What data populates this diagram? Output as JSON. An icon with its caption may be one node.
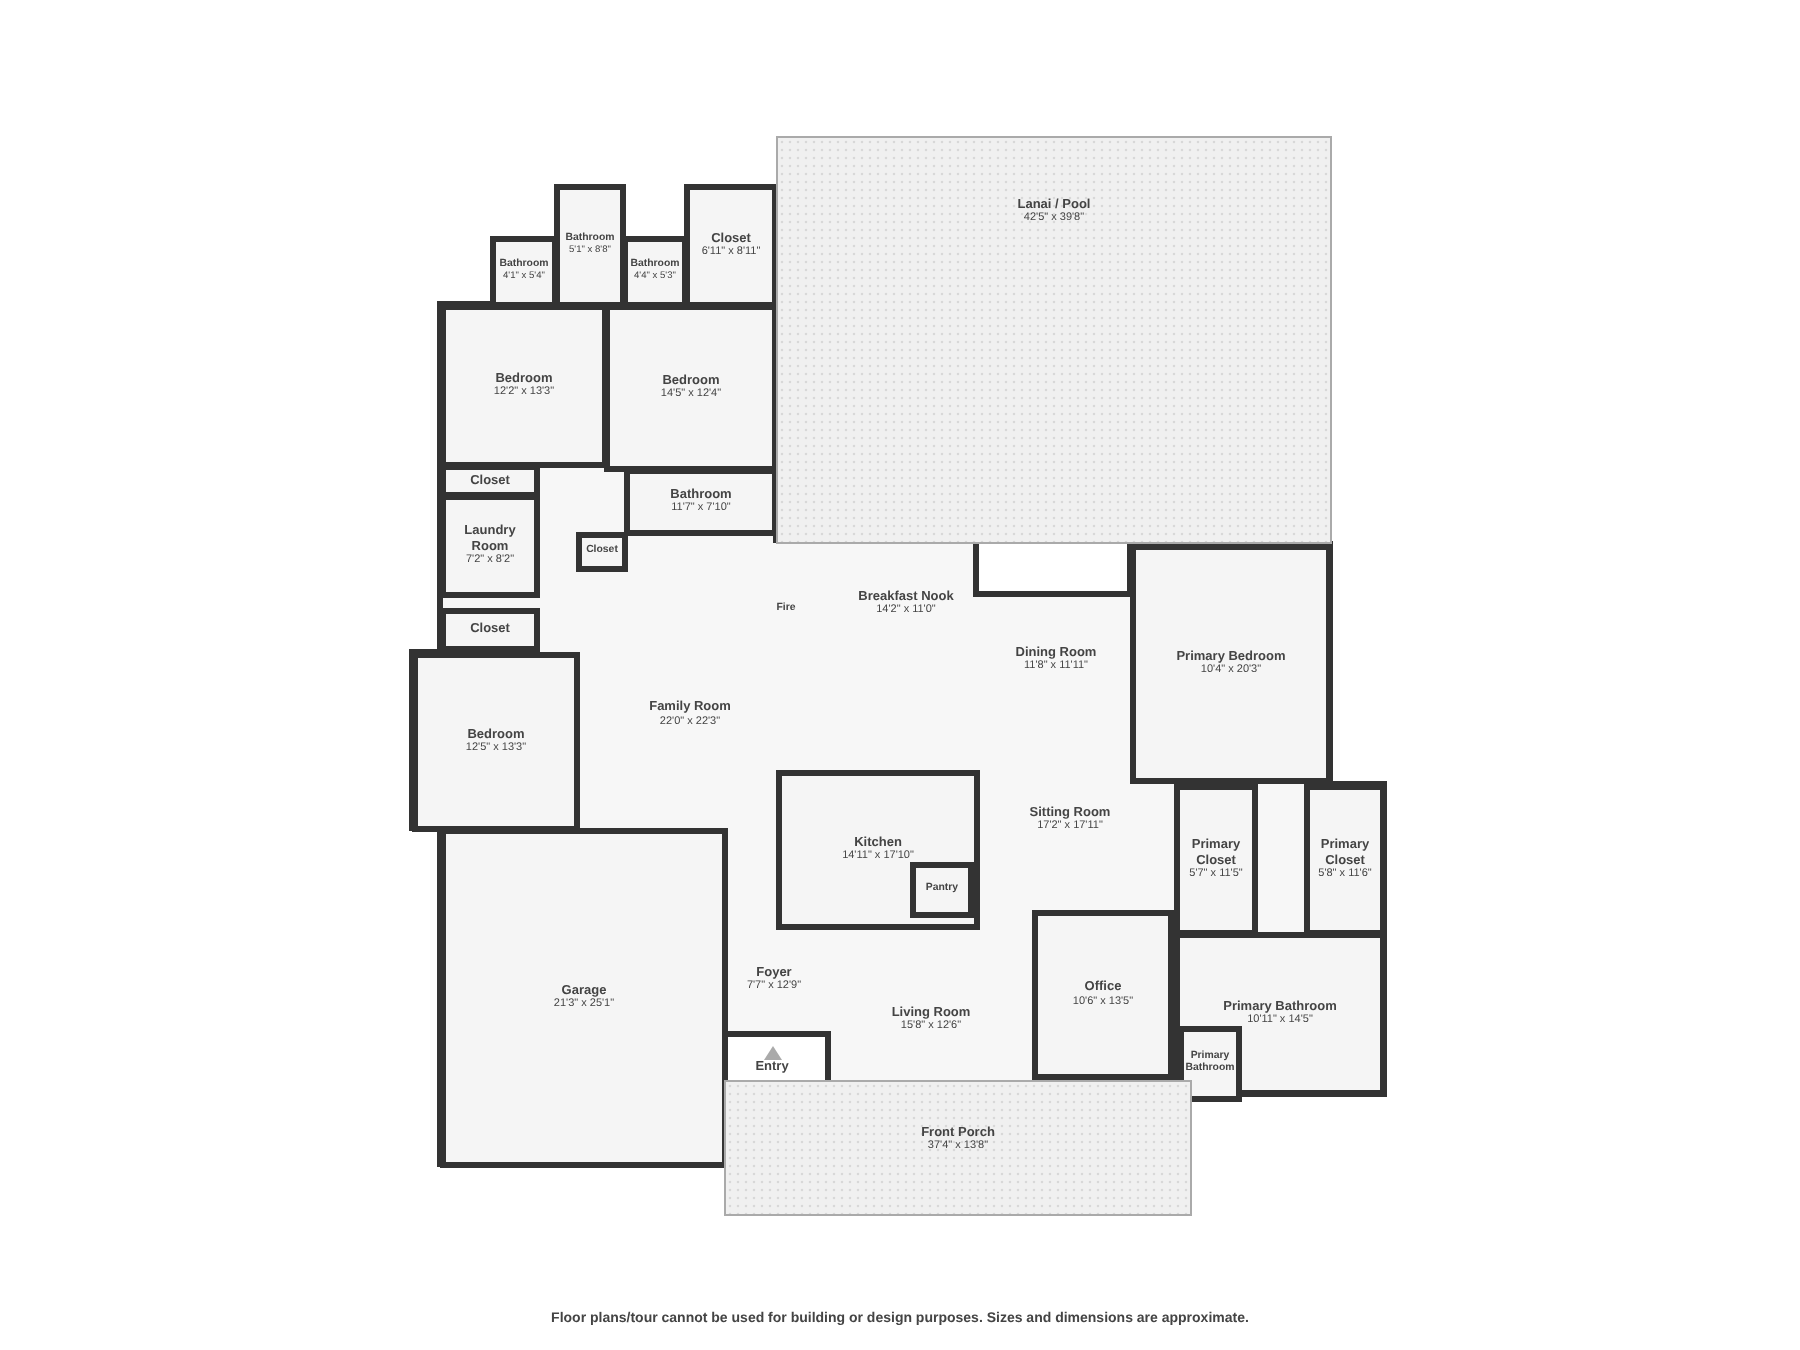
{
  "diagram": {
    "nodes": [
      {
        "text": [
          "Bathroom",
          "4'1\" x 5'4\""
        ]
      },
      {
        "text": [
          "Bathroom",
          "5'1\" x 8'8\""
        ]
      },
      {
        "text": [
          "Bathroom",
          "4'4\" x 5'3\""
        ]
      },
      {
        "text": [
          "Closet",
          "6'11\" x 8'11\""
        ]
      },
      {
        "text": [
          "Bedroom",
          "12'2\" x 13'3\""
        ]
      },
      {
        "text": [
          "Bedroom",
          "14'5\" x 12'4\""
        ]
      },
      {
        "text": [
          "Closet"
        ]
      },
      {
        "text": [
          "Bathroom",
          "11'7\" x 7'10\""
        ]
      },
      {
        "text": [
          "Laundry Room",
          "7'2\" x 8'2\""
        ]
      },
      {
        "text": [
          "Closet"
        ]
      },
      {
        "text": [
          "Lanai / Pool",
          "42'5\" x 39'8\""
        ]
      },
      {
        "text": [
          "Fire"
        ]
      },
      {
        "text": [
          "Breakfast Nook",
          "14'2\" x 11'0\""
        ]
      },
      {
        "text": [
          "Closet"
        ]
      },
      {
        "text": [
          "Dining Room",
          "11'8\" x 11'11\""
        ]
      },
      {
        "text": [
          "Primary Bedroom",
          "10'4\" x 20'3\""
        ]
      },
      {
        "text": [
          "Family Room",
          "22'0\" x 22'3\""
        ]
      },
      {
        "text": [
          "Bedroom",
          "12'5\" x 13'3\""
        ]
      },
      {
        "text": [
          "Kitchen",
          "14'11\" x 17'10\""
        ]
      },
      {
        "text": [
          "Sitting Room",
          "17'2\" x 17'11\""
        ]
      },
      {
        "text": [
          "Primary Closet",
          "5'7\" x 11'5\""
        ]
      },
      {
        "text": [
          "Primary Closet",
          "5'8\" x 11'6\""
        ]
      },
      {
        "text": [
          "Pantry"
        ],
        "in": 18
      },
      {
        "text": [
          "Foyer",
          "7'7\" x 12'9\""
        ]
      },
      {
        "text": [
          "Garage",
          "21'3\" x 25'1\""
        ]
      },
      {
        "text": [
          "Living Room",
          "15'8\" x 12'6\""
        ]
      },
      {
        "text": [
          "Office",
          "10'6\" x 13'5\""
        ]
      },
      {
        "text": [
          "Primary Bathroom",
          "10'11\" x 14'5\""
        ]
      },
      {
        "text": [
          "Primary Bathroom"
        ],
        "in": 27
      },
      {
        "text": [
          "Entry"
        ]
      },
      {
        "text": [
          "Front Porch",
          "37'4\" x 13'8\""
        ]
      }
    ],
    "labels": [
      "Floor plans/tour cannot be used for building or design purposes. Sizes and dimensions are approximate."
    ]
  }
}
